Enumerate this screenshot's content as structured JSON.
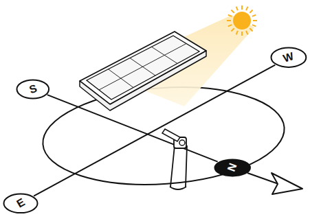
{
  "diagram": {
    "nodes": [
      {
        "text": [
          "S"
        ]
      },
      {
        "text": [
          "W"
        ]
      },
      {
        "text": [
          "E"
        ]
      },
      {
        "text": [
          "N"
        ]
      }
    ],
    "edges": [
      {
        "from": 2,
        "to": 1,
        "arrow": "none"
      },
      {
        "from": 0,
        "to": 3,
        "arrow": "none"
      }
    ]
  }
}
